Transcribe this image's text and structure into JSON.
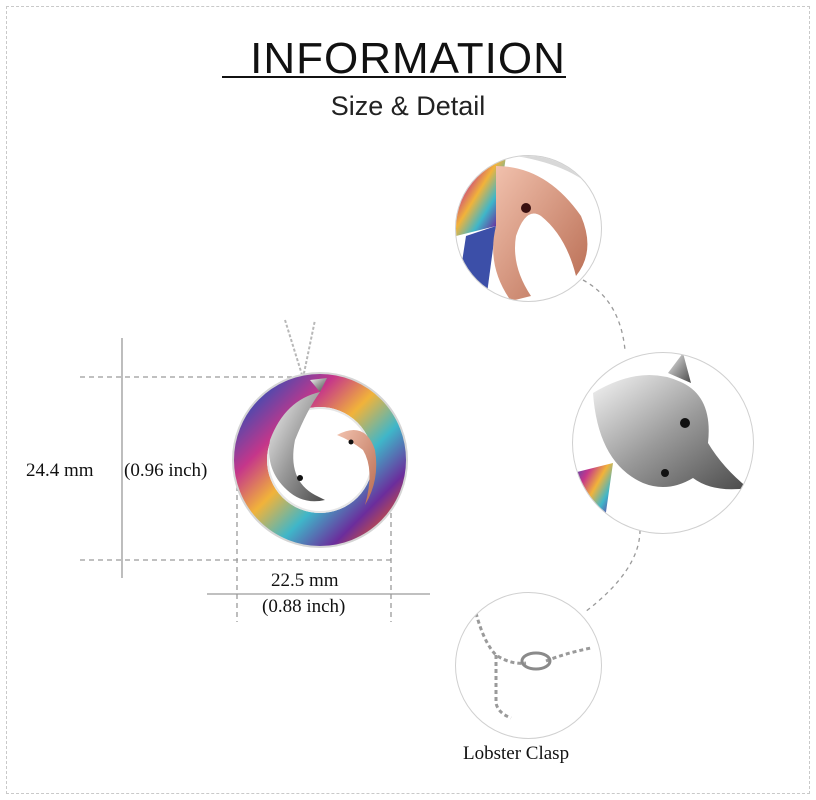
{
  "header": {
    "title": "INFORMATION",
    "subtitle": "Size & Detail"
  },
  "dimensions": {
    "height_mm": "24.4 mm",
    "height_inch": "(0.96 inch)",
    "width_mm": "22.5 mm",
    "width_inch": "(0.88 inch)"
  },
  "details": {
    "clasp_caption": "Lobster  Clasp"
  },
  "colors": {
    "text": "#111111",
    "dashed_guides": "#9a9a9a",
    "silver": "#c8c8c8",
    "rose_gold": "#d49a85"
  }
}
